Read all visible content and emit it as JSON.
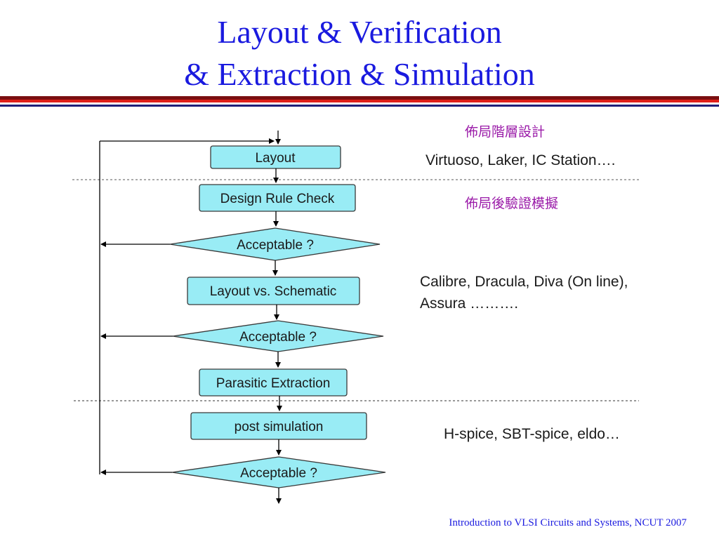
{
  "slide": {
    "title_line1": "Layout & Verification",
    "title_line2": "& Extraction & Simulation",
    "footer": "Introduction to VLSI Circuits and Systems, NCUT  2007"
  },
  "flow": {
    "layout": "Layout",
    "drc": "Design Rule Check",
    "accept1": "Acceptable ?",
    "lvs": "Layout vs. Schematic",
    "accept2": "Acceptable ?",
    "extraction": "Parasitic Extraction",
    "post_sim": "post simulation",
    "accept3": "Acceptable ?"
  },
  "annotations": {
    "layout_cjk": "佈局階層設計",
    "layout_tools": "Virtuoso, Laker, IC Station….",
    "verify_cjk": "佈局後驗證模擬",
    "verify_tools_line1": "Calibre, Dracula, Diva (On line),",
    "verify_tools_line2": "Assura ……….",
    "sim_tools": "H-spice, SBT-spice, eldo…"
  },
  "colors": {
    "title": "#1a1adf",
    "node_fill": "#99ecf5",
    "node_stroke": "#3a3a3a",
    "cjk": "#9a1aa8",
    "rule_dark": "#7a0f10",
    "rule_red": "#e0201a",
    "rule_blue": "#20207a"
  }
}
